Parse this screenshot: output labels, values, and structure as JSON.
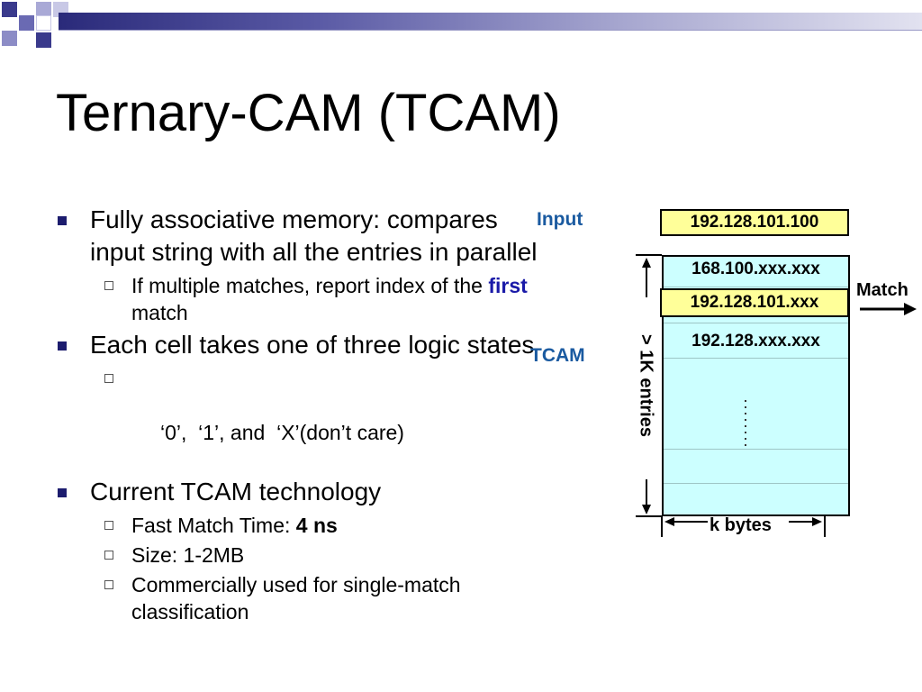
{
  "slide": {
    "title": "Ternary-CAM (TCAM)",
    "colors": {
      "bullet_marker": "#1c1c6e",
      "label_blue": "#1a5aa0",
      "emphasis_blue": "#1a1aa8",
      "tcam_fill": "#ccffff",
      "highlight_fill": "#ffff99"
    },
    "bullets": {
      "b1": {
        "text": "Fully associative memory: compares input string with all the entries in parallel",
        "sub1": {
          "pre": "If multiple matches, report index of the ",
          "em": "first",
          "post": " match"
        }
      },
      "b2": {
        "text": "Each cell takes one of three logic states",
        "sub1": {
          "text": " ‘0’,  ‘1’, and  ‘X’(don’t care)"
        }
      },
      "b3": {
        "text": "Current TCAM technology",
        "sub1": {
          "pre": "Fast Match Time: ",
          "strong": "4 ns"
        },
        "sub2": {
          "text": "Size: 1-2MB"
        },
        "sub3": {
          "text": "Commercially used for single-match classification"
        }
      }
    }
  },
  "diagram": {
    "input_label": "Input",
    "tcam_label": "TCAM",
    "input_value": "192.128.101.100",
    "entries": [
      "168.100.xxx.xxx",
      "192.128.101.xxx",
      "192.128.xxx.xxx"
    ],
    "match_label": "Match",
    "entries_count_label": "> 1K entries",
    "width_label": "k bytes",
    "icons": [
      "arrow-up-icon",
      "arrow-down-icon",
      "arrow-left-icon",
      "arrow-right-icon",
      "match-arrow-icon"
    ]
  }
}
